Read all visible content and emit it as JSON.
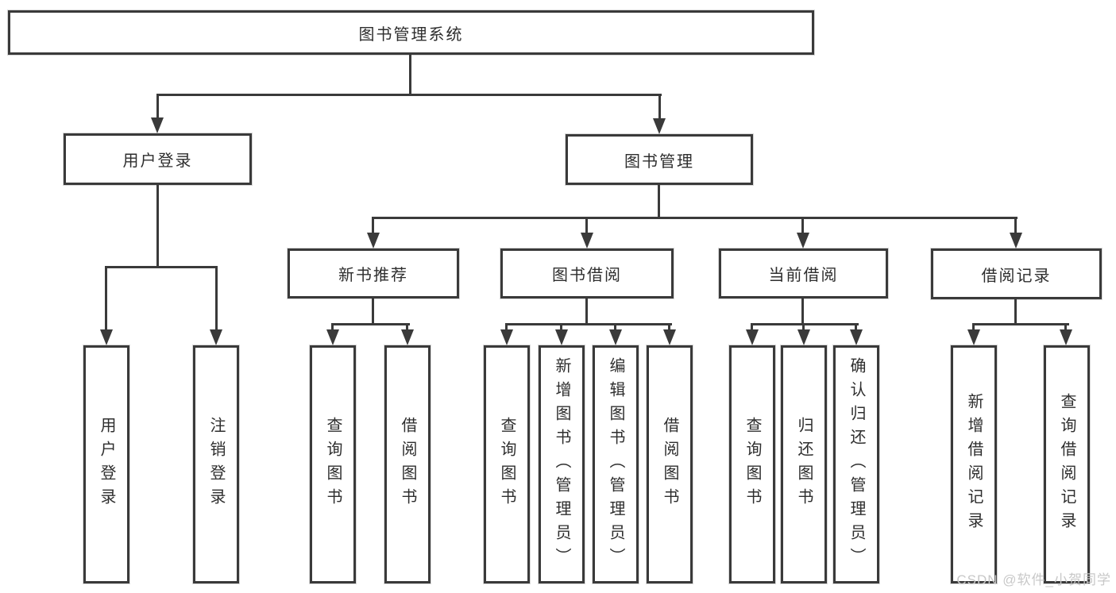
{
  "diagram": {
    "type": "hierarchy-tree",
    "nodes": {
      "root": "图书管理系统",
      "l2": [
        "用户登录",
        "图书管理"
      ],
      "l3": [
        "新书推荐",
        "图书借阅",
        "当前借阅",
        "借阅记录"
      ],
      "l4": [
        "用户登录",
        "注销登录",
        "查询图书",
        "借阅图书",
        "查询图书",
        "新增图书（管理员）",
        "编辑图书（管理员）",
        "借阅图书",
        "查询图书",
        "归还图书",
        "确认归还（管理员）",
        "新增借阅记录",
        "查询借阅记录"
      ]
    },
    "hierarchy": {
      "图书管理系统": [
        "用户登录",
        "图书管理"
      ],
      "用户登录": [
        "用户登录",
        "注销登录"
      ],
      "图书管理": [
        "新书推荐",
        "图书借阅",
        "当前借阅",
        "借阅记录"
      ],
      "新书推荐": [
        "查询图书",
        "借阅图书"
      ],
      "图书借阅": [
        "查询图书",
        "新增图书（管理员）",
        "编辑图书（管理员）",
        "借阅图书"
      ],
      "当前借阅": [
        "查询图书",
        "归还图书",
        "确认归还（管理员）"
      ],
      "借阅记录": [
        "新增借阅记录",
        "查询借阅记录"
      ]
    },
    "colors": {
      "line": "#3a3a3a",
      "text": "#2e2e2e",
      "background": "#ffffff",
      "watermark": "#c8c8c8"
    }
  },
  "watermark": "CSDN @软件_小贺同学"
}
